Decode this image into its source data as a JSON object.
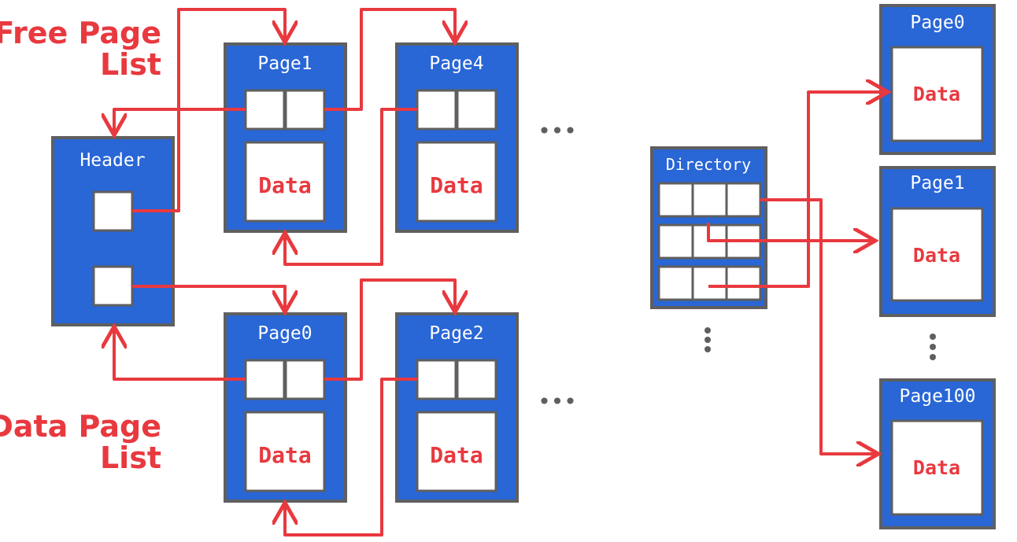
{
  "labels": {
    "free_page_list_line1": "Free Page",
    "free_page_list_line2": "List",
    "data_page_list_line1": "Data Page",
    "data_page_list_line2": "List"
  },
  "linked_list": {
    "header": "Header",
    "free_pages": [
      {
        "title": "Page1",
        "body": "Data"
      },
      {
        "title": "Page4",
        "body": "Data"
      }
    ],
    "data_pages": [
      {
        "title": "Page0",
        "body": "Data"
      },
      {
        "title": "Page2",
        "body": "Data"
      }
    ],
    "ellipsis": "•••"
  },
  "page_directory": {
    "directory": "Directory",
    "pages": [
      {
        "title": "Page0",
        "body": "Data"
      },
      {
        "title": "Page1",
        "body": "Data"
      },
      {
        "title": "Page100",
        "body": "Data"
      }
    ]
  },
  "colors": {
    "box_fill": "#2966d6",
    "outline": "#5f5f5f",
    "accent_red": "#e8393f"
  }
}
